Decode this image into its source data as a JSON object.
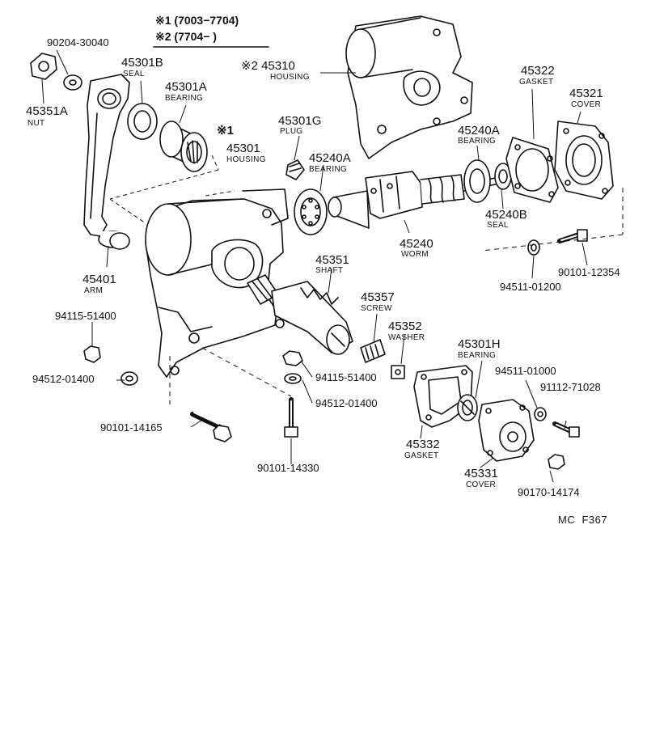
{
  "legend": {
    "note1": "※1 (7003−7704)",
    "note2": "※2 (7704−      )"
  },
  "ref_code": "MC  F367",
  "callouts": {
    "c_90204_30040": {
      "num": "90204-30040",
      "name": ""
    },
    "c_45351A": {
      "num": "45351A",
      "name": "NUT"
    },
    "c_45301B": {
      "num": "45301B",
      "name": "SEAL"
    },
    "c_45301A": {
      "num": "45301A",
      "name": "BEARING"
    },
    "c_45310": {
      "num": "※2 45310",
      "name": "HOUSING"
    },
    "c_45301G": {
      "num": "45301G",
      "name": "PLUG"
    },
    "c_45301": {
      "num": "45301",
      "name": "HOUSING",
      "mark": "※1"
    },
    "c_45240A_top": {
      "num": "45240A",
      "name": "BEARING"
    },
    "c_45240A_left": {
      "num": "45240A",
      "name": "BEARING"
    },
    "c_45322": {
      "num": "45322",
      "name": "GASKET"
    },
    "c_45321": {
      "num": "45321",
      "name": "COVER"
    },
    "c_45240B": {
      "num": "45240B",
      "name": "SEAL"
    },
    "c_45240": {
      "num": "45240",
      "name": "WORM"
    },
    "c_45401": {
      "num": "45401",
      "name": "ARM"
    },
    "c_45351": {
      "num": "45351",
      "name": "SHAFT"
    },
    "c_45357": {
      "num": "45357",
      "name": "SCREW"
    },
    "c_45352": {
      "num": "45352",
      "name": "WASHER"
    },
    "c_45301H": {
      "num": "45301H",
      "name": "BEARING"
    },
    "c_45332": {
      "num": "45332",
      "name": "GASKET"
    },
    "c_45331": {
      "num": "45331",
      "name": "COVER"
    },
    "c_90101_12354": {
      "num": "90101-12354",
      "name": ""
    },
    "c_94511_01200": {
      "num": "94511-01200",
      "name": ""
    },
    "c_94115_51400_a": {
      "num": "94115-51400",
      "name": ""
    },
    "c_94512_01400_a": {
      "num": "94512-01400",
      "name": ""
    },
    "c_94115_51400_b": {
      "num": "94115-51400",
      "name": ""
    },
    "c_94512_01400_b": {
      "num": "94512-01400",
      "name": ""
    },
    "c_94511_01000": {
      "num": "94511-01000",
      "name": ""
    },
    "c_91112_71028": {
      "num": "91112-71028",
      "name": ""
    },
    "c_90101_14165": {
      "num": "90101-14165",
      "name": ""
    },
    "c_90101_14330": {
      "num": "90101-14330",
      "name": ""
    },
    "c_90170_14174": {
      "num": "90170-14174",
      "name": ""
    }
  }
}
